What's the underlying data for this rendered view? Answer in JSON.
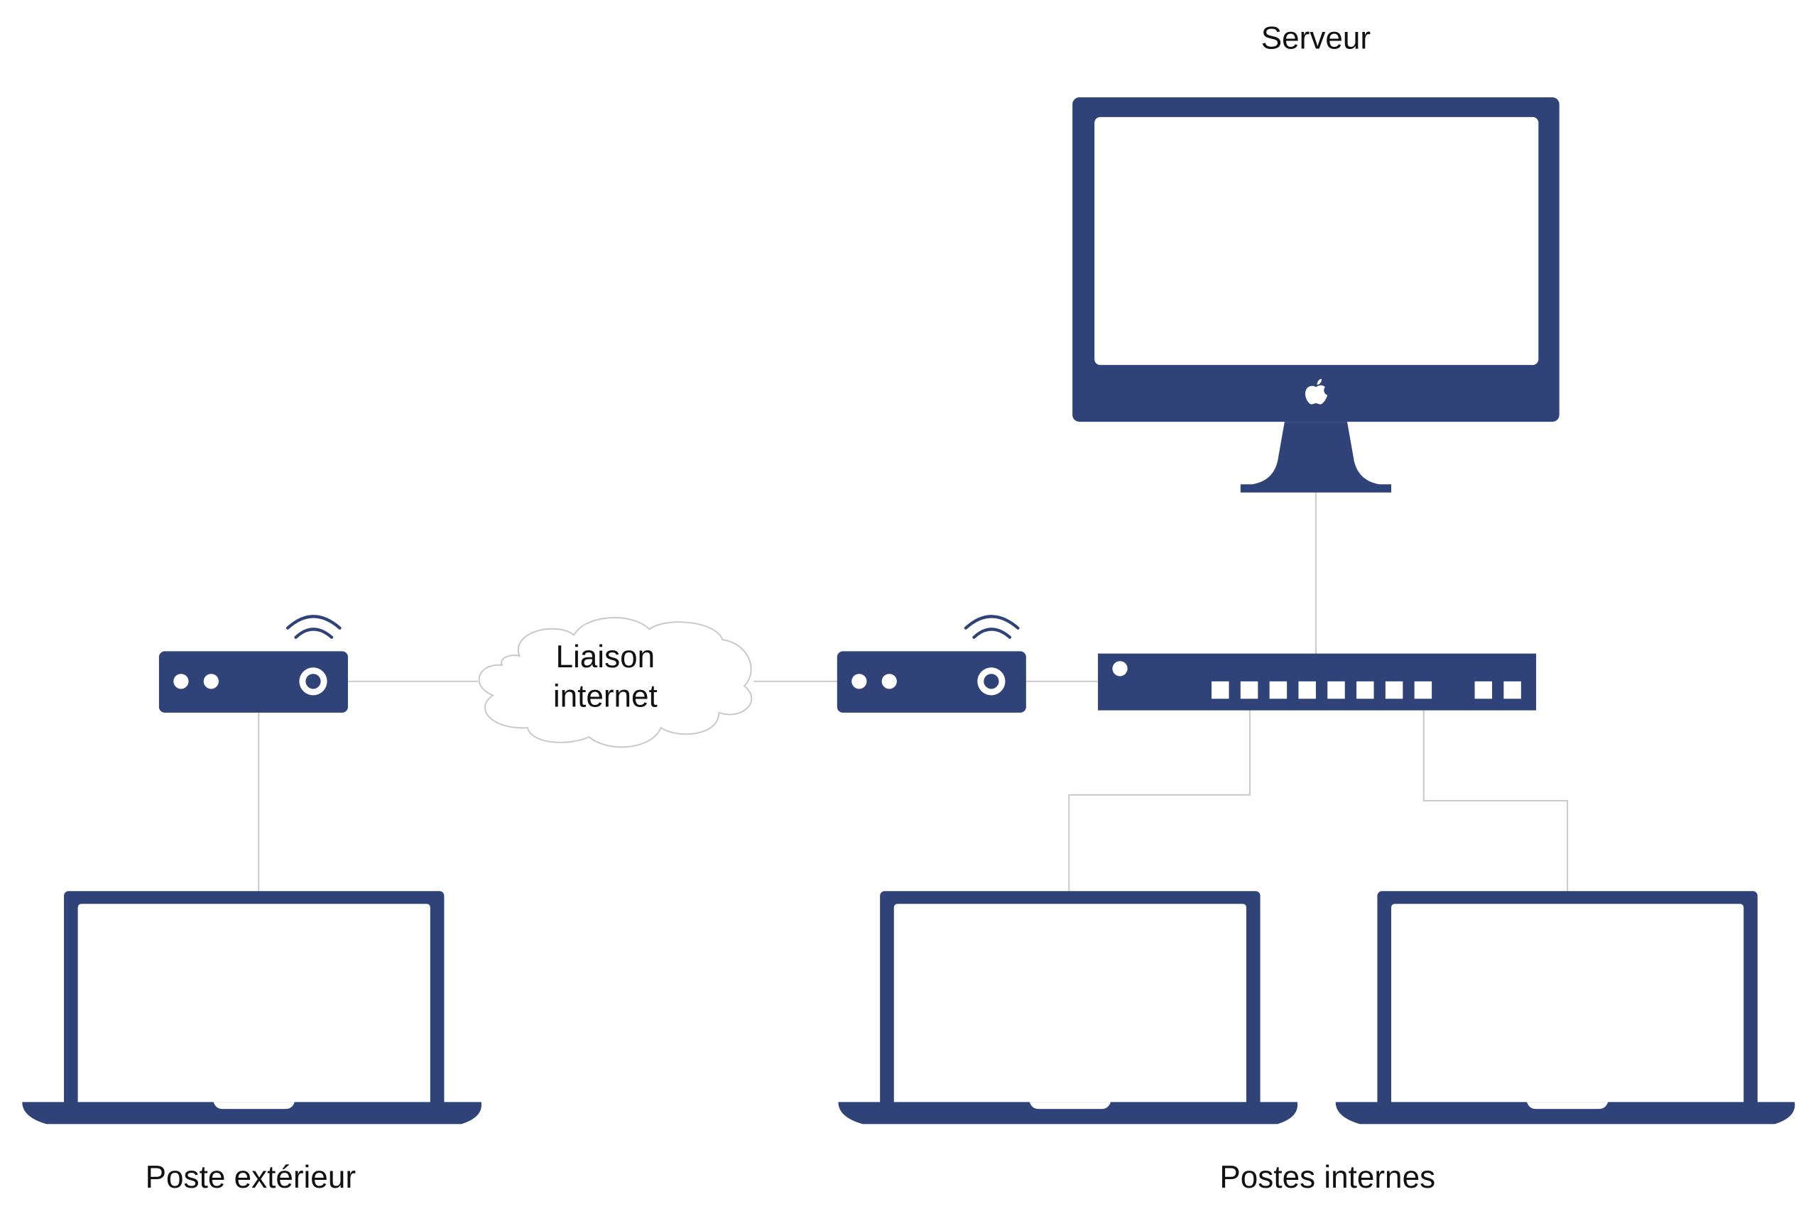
{
  "labels": {
    "server": "Serveur",
    "cloud_line1": "Liaison",
    "cloud_line2": "internet",
    "external": "Poste extérieur",
    "internal": "Postes internes"
  },
  "colors": {
    "device": "#2f4379",
    "line": "#c8c8c8",
    "cloud_stroke": "#c8c8c8",
    "background": "#ffffff"
  },
  "icons": [
    "imac-server-icon",
    "apple-logo-icon",
    "modem-icon",
    "wifi-icon",
    "network-switch-icon",
    "cloud-icon",
    "laptop-icon"
  ]
}
